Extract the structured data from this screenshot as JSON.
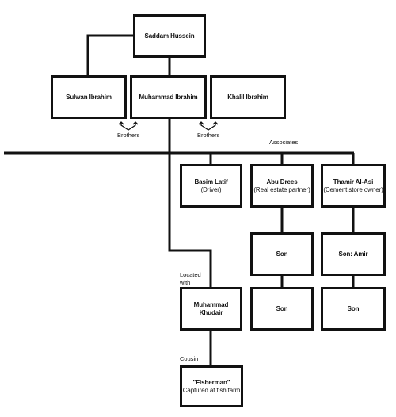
{
  "people": {
    "saddam": "Saddam Hussein",
    "sulwan": "Sulwan Ibrahim",
    "muhammad_ibrahim": "Muhammad Ibrahim",
    "khalil": "Khalil Ibrahim",
    "basim": "Basim Latif",
    "basim_role": "(Driver)",
    "abu_drees": "Abu Drees",
    "abu_drees_role": "(Real estate partner)",
    "thamir": "Thamir Al-Asi",
    "thamir_role": "(Cement store owner)",
    "abu_son": "Son",
    "thamir_son": "Son: Amir",
    "abu_grandson": "Son",
    "thamir_grandson": "Son",
    "khudair": "Muhammad Khudair",
    "fisherman": "\"Fisherman\"",
    "fisherman_note": "Captured at fish farm"
  },
  "labels": {
    "brothers_left": "Brothers",
    "brothers_right": "Brothers",
    "associates": "Associates",
    "located_line1": "Located",
    "located_line2": "with",
    "cousin": "Cousin"
  }
}
